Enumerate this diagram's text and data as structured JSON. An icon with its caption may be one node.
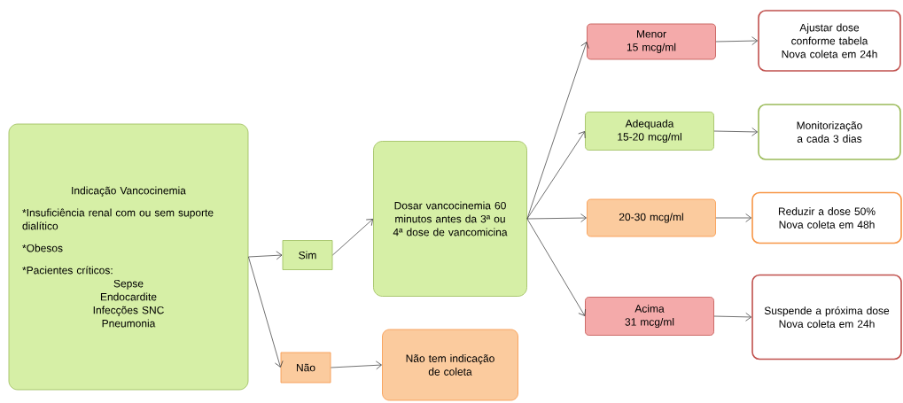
{
  "diagram": {
    "nodes": [
      {
        "text": [
          "Indicação Vancocinemia",
          "*Insuficiência renal com ou sem suporte dialítico",
          "*Obesos",
          "*Pacientes críticos:",
          "Sepse",
          "Endocardite",
          "Infecções SNC",
          "Pneumonia"
        ]
      },
      {
        "text": [
          "Sim"
        ]
      },
      {
        "text": [
          "Não"
        ]
      },
      {
        "text": [
          "Dosar vancocinemia 60 minutos antes da 3ª ou 4ª dose de vancomicina"
        ]
      },
      {
        "text": [
          "Não tem indicação de coleta"
        ]
      },
      {
        "text": [
          "Menor",
          "15 mcg/ml"
        ]
      },
      {
        "text": [
          "Adequada",
          "15-20 mcg/ml"
        ]
      },
      {
        "text": [
          "20-30 mcg/ml"
        ]
      },
      {
        "text": [
          "Acima",
          "31 mcg/ml"
        ]
      },
      {
        "text": [
          "Ajustar dose conforme tabela",
          "Nova coleta em 24h"
        ]
      },
      {
        "text": [
          "Monitorização a cada 3 dias"
        ]
      },
      {
        "text": [
          "Reduzir a dose 50%",
          "Nova coleta em 48h"
        ]
      },
      {
        "text": [
          "Suspende a próxima dose",
          "Nova coleta em 24h"
        ]
      }
    ],
    "edges": [
      {
        "from": 0,
        "to": 1,
        "arrow": "to"
      },
      {
        "from": 0,
        "to": 2,
        "arrow": "to"
      },
      {
        "from": 1,
        "to": 3,
        "arrow": "to"
      },
      {
        "from": 2,
        "to": 4,
        "arrow": "to"
      },
      {
        "from": 3,
        "to": 5,
        "arrow": "to"
      },
      {
        "from": 3,
        "to": 6,
        "arrow": "to"
      },
      {
        "from": 3,
        "to": 7,
        "arrow": "to"
      },
      {
        "from": 3,
        "to": 8,
        "arrow": "to"
      },
      {
        "from": 5,
        "to": 9,
        "arrow": "to"
      },
      {
        "from": 6,
        "to": 10,
        "arrow": "to"
      },
      {
        "from": 7,
        "to": 11,
        "arrow": "to"
      },
      {
        "from": 8,
        "to": 12,
        "arrow": "to"
      }
    ]
  }
}
